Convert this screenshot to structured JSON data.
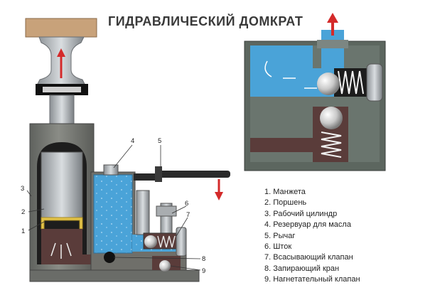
{
  "title": "ГИДРАВЛИЧЕСКИЙ ДОМКРАТ",
  "callouts": [
    "1",
    "2",
    "3",
    "4",
    "5",
    "6",
    "7",
    "8",
    "9"
  ],
  "legend": [
    "1. Манжета",
    "2. Поршень",
    "3. Рабочий цилиндр",
    "4. Резервуар для масла",
    "5. Рычаг",
    "6. Шток",
    "7. Всасывающий клапан",
    "8. Запирающий кран",
    "9. Нагнетательный клапан"
  ],
  "colors": {
    "oil": "#4aa3d8",
    "body": "#6f6f6a",
    "body_dark": "#4e4e4a",
    "chamber": "#5a3c3a",
    "wood": "#c8a27a",
    "arrow": "#d42a2a",
    "cuff": "#e3c44a"
  },
  "icons": [
    "up-arrow-icon",
    "down-arrow-icon"
  ]
}
